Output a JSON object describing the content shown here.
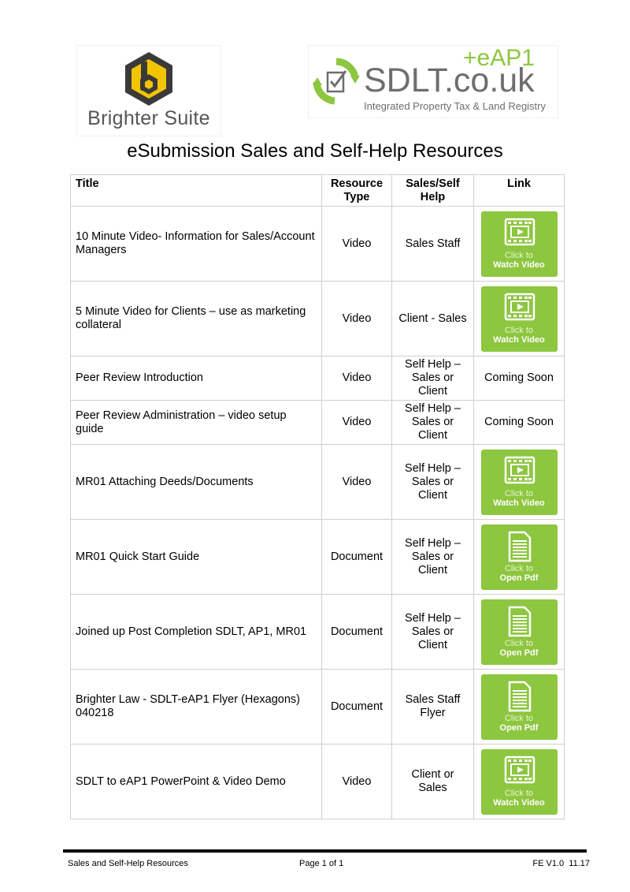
{
  "logos": {
    "left_text": "Brighter Suite",
    "right_plus": "+eAP1",
    "right_main": "SDLT.co.uk",
    "right_sub": "Integrated Property Tax & Land Registry"
  },
  "title": "eSubmission Sales and Self-Help Resources",
  "colors": {
    "accent_green": "#8dc63f",
    "logo_yellow": "#f2c500",
    "logo_dark": "#3a3a3a",
    "text_grey": "#6d6e70"
  },
  "table": {
    "headers": {
      "title": "Title",
      "type_1": "Resource",
      "type_2": "Type",
      "sales_1": "Sales/Self",
      "sales_2": "Help",
      "link": "Link"
    },
    "button_labels": {
      "click_to": "Click to",
      "watch_video": "Watch Video",
      "open_pdf": "Open Pdf"
    },
    "rows": [
      {
        "title": "10 Minute Video- Information for Sales/Account Managers",
        "type": "Video",
        "audience": "Sales Staff",
        "link_icon": "video-icon"
      },
      {
        "title": "5 Minute Video for Clients – use as marketing collateral",
        "type": "Video",
        "audience": "Client - Sales",
        "link_icon": "video-icon"
      },
      {
        "title": "Peer Review Introduction",
        "type": "Video",
        "audience": "Self Help – Sales or Client",
        "link_text": "Coming Soon"
      },
      {
        "title": "Peer Review Administration – video setup guide",
        "type": "Video",
        "audience": "Self Help – Sales or Client",
        "link_text": "Coming Soon"
      },
      {
        "title": "MR01 Attaching Deeds/Documents",
        "type": "Video",
        "audience": "Self Help – Sales or Client",
        "link_icon": "video-icon"
      },
      {
        "title": "MR01 Quick Start Guide",
        "type": "Document",
        "audience": "Self Help – Sales or Client",
        "link_icon": "document-icon"
      },
      {
        "title": "Joined up Post Completion SDLT, AP1, MR01",
        "type": "Document",
        "audience": "Self Help – Sales or Client",
        "link_icon": "document-icon"
      },
      {
        "title": "Brighter Law - SDLT-eAP1 Flyer (Hexagons) 040218",
        "type": "Document",
        "audience": "Sales Staff Flyer",
        "link_icon": "document-icon"
      },
      {
        "title": "SDLT to eAP1 PowerPoint & Video Demo",
        "type": "Video",
        "audience": "Client or Sales",
        "link_icon": "video-icon"
      }
    ]
  },
  "footer": {
    "left": "Sales and Self-Help Resources",
    "center": "Page 1 of 1",
    "right": "FE V1.0  11.17"
  }
}
